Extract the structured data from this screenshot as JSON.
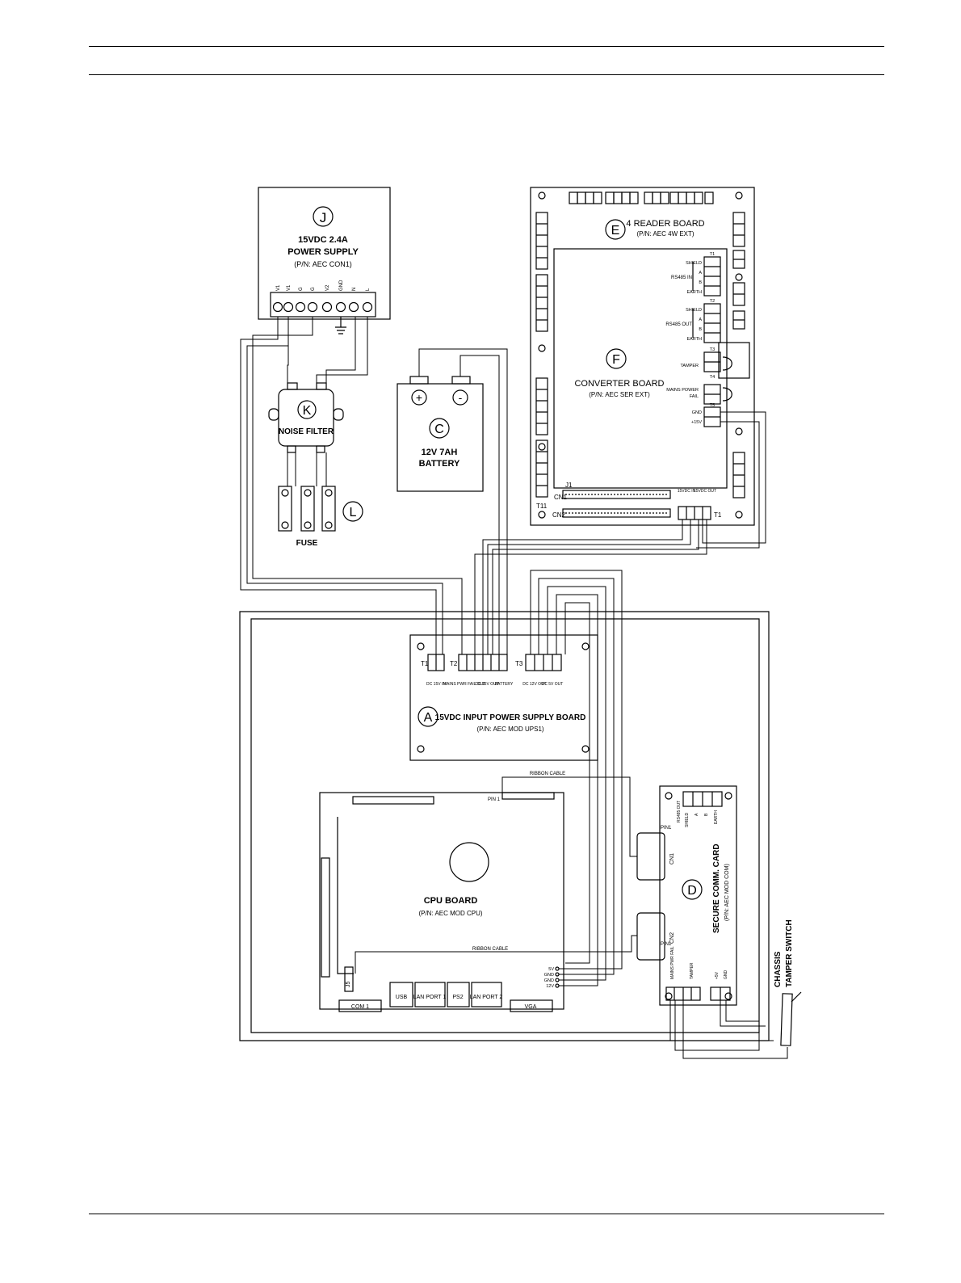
{
  "components": {
    "J": {
      "letter": "J",
      "title1": "15VDC 2.4A",
      "title2": "POWER SUPPLY",
      "pn": "(P/N: AEC CON1)",
      "terminals": [
        "V1",
        "V1",
        "G",
        "G",
        "V2",
        "GND",
        "N",
        "L"
      ]
    },
    "K": {
      "letter": "K",
      "title": "NOISE FILTER"
    },
    "L": {
      "letter": "L",
      "title": "FUSE"
    },
    "C": {
      "letter": "C",
      "title1": "12V 7AH",
      "title2": "BATTERY",
      "plus": "+",
      "minus": "-"
    },
    "E": {
      "letter": "E",
      "title": "4 READER BOARD",
      "pn": "(P/N: AEC 4W EXT)"
    },
    "F": {
      "letter": "F",
      "title": "CONVERTER BOARD",
      "pn": "(P/N: AEC SER EXT)",
      "rs485_in": "RS485 IN",
      "rs485_out": "RS485 OUT",
      "t1_labels": [
        "SHIELD",
        "A",
        "B",
        "EARTH"
      ],
      "t2_labels": [
        "SHIELD",
        "A",
        "B",
        "EARTH"
      ],
      "tamper": "TAMPER",
      "mains_power": "MAINS POWER",
      "fail": "FAIL",
      "gnd": "GND",
      "p15v": "+15V",
      "t_labels": [
        "T1",
        "T2",
        "T3",
        "T4",
        "T5"
      ],
      "j1": "J1",
      "cn1": "CN1",
      "cn2": "CN2",
      "t11": "T11",
      "t1_bottom": "T1",
      "in_label": "15VDC IN",
      "out_label": "15VDC OUT"
    },
    "A": {
      "letter": "A",
      "title": "15VDC INPUT POWER SUPPLY BOARD",
      "pn": "(P/N: AEC MOD UPS1)",
      "t1": "T1",
      "t2": "T2",
      "t3": "T3",
      "lbl_dc15_in": "DC 15V IN",
      "lbl_mains": "MAINS PWR FAIL OUT",
      "lbl_dc15_out": "DC 15V OUT",
      "lbl_battery": "BATTERY",
      "lbl_dc12_out": "DC 12V OUT",
      "lbl_dc5_out": "DC 5V OUT"
    },
    "CPU": {
      "title": "CPU BOARD",
      "pn": "(P/N: AEC MOD CPU)",
      "ribbon_top": "RIBBON CABLE",
      "ribbon_mid": "RIBBON CABLE",
      "pin1": "PIN 1",
      "j5": "J5",
      "power_pins": [
        "5V",
        "GND",
        "GND",
        "12V"
      ],
      "ports": [
        "COM 1",
        "USB",
        "LAN PORT 1",
        "PS2",
        "LAN PORT 2",
        "VGA"
      ]
    },
    "D": {
      "letter": "D",
      "title": "SECURE COMM. CARD",
      "pn": "(P/N: AEC MOD COM)",
      "rs485_out": "RS485 OUT",
      "labels": [
        "SHIELD",
        "A",
        "B",
        "EARTH"
      ],
      "cn1": "CN1",
      "cn2": "CN2",
      "pin1": "PIN1",
      "mains": "MAINS PWR FAIL",
      "tamper": "TAMPER",
      "p5v": "+5V",
      "gnd": "GND"
    },
    "switch": {
      "line1": "CHASSIS",
      "line2": "TAMPER SWITCH"
    }
  }
}
